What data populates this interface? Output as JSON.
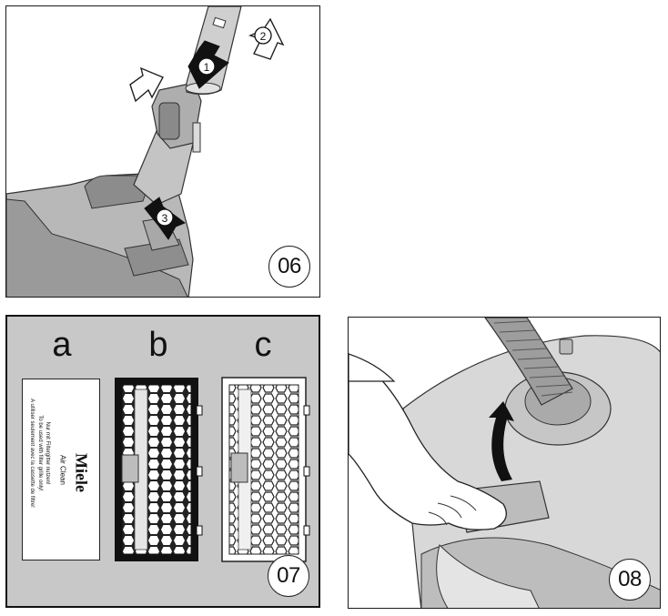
{
  "figure_06": {
    "number": "06",
    "step_markers": [
      "1",
      "2",
      "3"
    ]
  },
  "figure_07": {
    "number": "07",
    "filter_labels": [
      "a",
      "b",
      "c"
    ],
    "filter_card": {
      "brand": "Miele",
      "product": "Air Clean",
      "note_lines": [
        "Nur mit Filtergitter nutzen!",
        "To be used with filter grille only!",
        "A utiliser seulement avec la cassette de filtre!"
      ]
    }
  },
  "figure_08": {
    "number": "08"
  }
}
